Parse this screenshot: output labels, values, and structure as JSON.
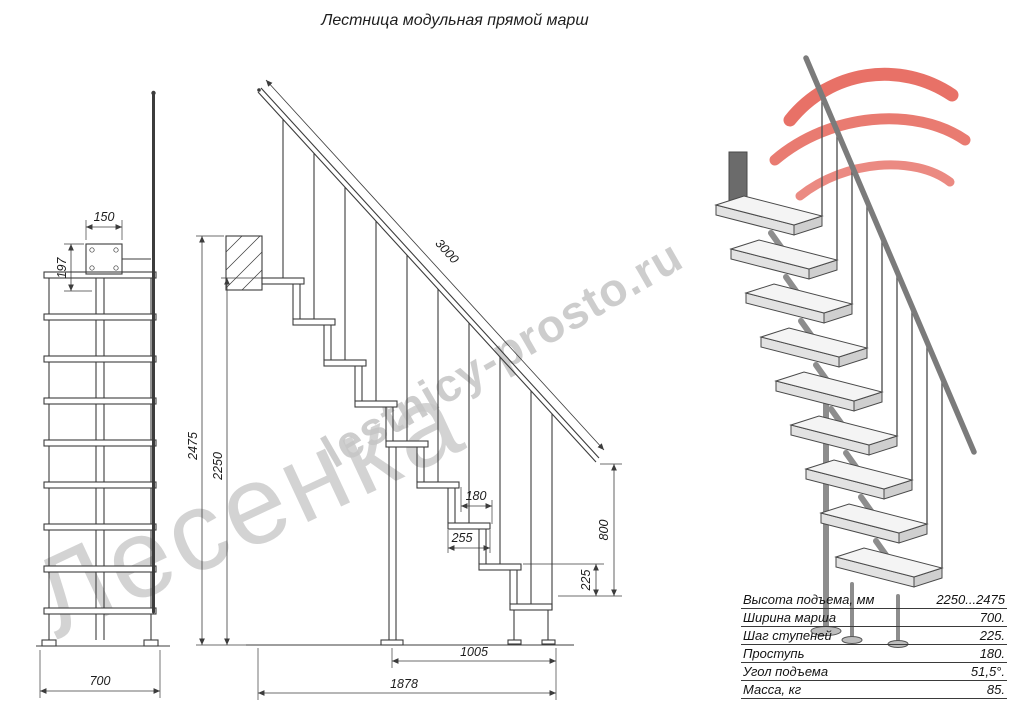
{
  "title": "Лестница модульная прямой марш",
  "watermark": {
    "big": "Лесенка",
    "site": "lestnicy-prosto.ru"
  },
  "front_view": {
    "dims": {
      "bracket_width": "150",
      "bracket_height": "197",
      "march_width": "700"
    }
  },
  "side_view": {
    "dims": {
      "rail_length": "3000",
      "height_total": "2475",
      "height_floor": "2250",
      "step_run": "180",
      "tread_depth": "255",
      "rail_end_height": "800",
      "riser": "225",
      "bottom_run": "1005",
      "total_run": "1878"
    }
  },
  "spec_table": {
    "rows": [
      {
        "label": "Высота подъема, мм",
        "value": "2250...2475"
      },
      {
        "label": "Ширина марша",
        "value": "700."
      },
      {
        "label": "Шаг ступеней",
        "value": "225."
      },
      {
        "label": "Проступь",
        "value": "180."
      },
      {
        "label": "Угол подъема",
        "value": "51,5°."
      },
      {
        "label": "Масса, кг",
        "value": "85."
      }
    ]
  },
  "colors": {
    "line": "#3c3c3c",
    "watermark": "#c8c8c8",
    "logo_red": "#e0473a"
  }
}
